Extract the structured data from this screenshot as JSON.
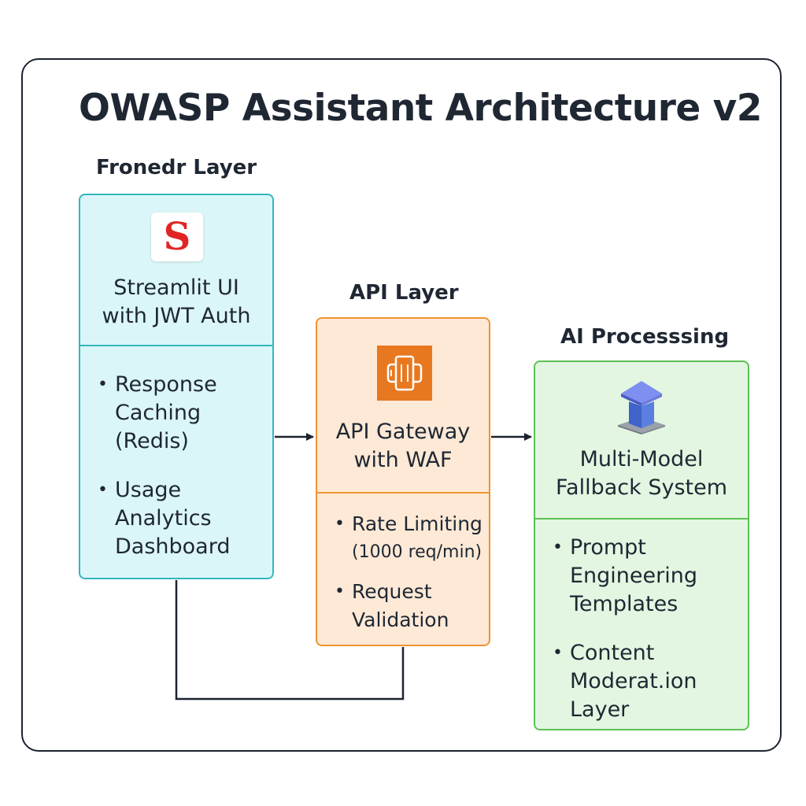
{
  "title": "OWASP Assistant Architecture v2",
  "frontend": {
    "label": "Fronedr Layer",
    "icon": "streamlit-logo-icon",
    "icon_letter": "S",
    "title_line1": "Streamlit UI",
    "title_line2": "with JWT Auth",
    "bullets": [
      {
        "lines": [
          "Response",
          "Caching",
          "(Redis)"
        ]
      },
      {
        "lines": [
          "Usage",
          "Analytics",
          "Dashboard"
        ]
      }
    ]
  },
  "api": {
    "label": "API Layer",
    "icon": "api-gateway-icon",
    "title_line1": "API Gateway",
    "title_line2": "with WAF",
    "bullets": [
      {
        "lines": [
          "Rate Limiting",
          "(1000 req/min)"
        ]
      },
      {
        "lines": [
          "Request",
          "Validation"
        ]
      }
    ]
  },
  "ai": {
    "label": "AI Processsing",
    "icon": "cube-stack-icon",
    "title_line1": "Multi-Model",
    "title_line2": "Fallback System",
    "bullets": [
      {
        "lines": [
          "Prompt",
          "Engineering",
          "Templates"
        ]
      },
      {
        "lines": [
          "Content",
          "Moderat.ion",
          "Layer"
        ]
      }
    ]
  },
  "colors": {
    "frontend_fill": "#dbf6f8",
    "frontend_border": "#35b6bf",
    "api_fill": "#fde9d6",
    "api_border": "#ee9433",
    "ai_fill": "#e3f6e1",
    "ai_border": "#5dc055",
    "connector": "#1c2330"
  }
}
